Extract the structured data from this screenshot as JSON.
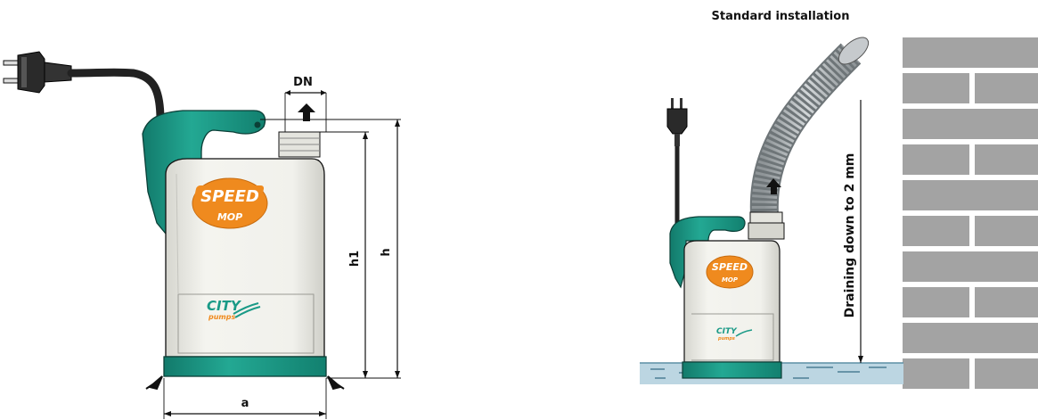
{
  "left_figure": {
    "dim_dn": "DN",
    "dim_h1": "h1",
    "dim_h": "h",
    "dim_a": "a",
    "logo_speed": "SPEED",
    "logo_mop": "MOP",
    "logo_city": "CITY",
    "logo_pumps": "pumps"
  },
  "right_figure": {
    "title": "Standard installation",
    "drain_label": "Draining down to 2 mm",
    "logo_speed": "SPEED",
    "logo_mop": "MOP",
    "logo_city": "CITY",
    "logo_pumps": "pumps"
  },
  "colors": {
    "teal": "#1a9a87",
    "teal_dark": "#0f6e60",
    "orange": "#ef8a1e",
    "body": "#eeeee8",
    "brick": "#a3a3a3",
    "water": "#bcd6e2",
    "cable": "#222222"
  }
}
